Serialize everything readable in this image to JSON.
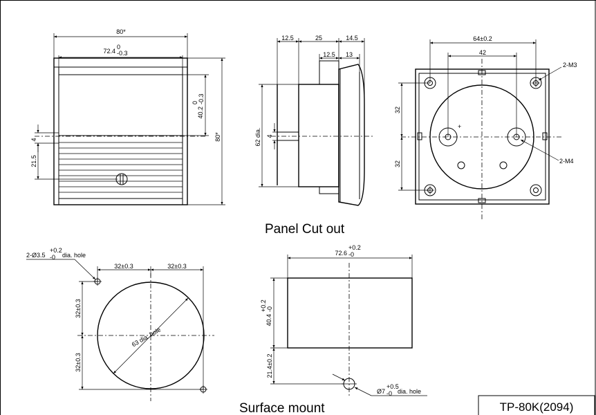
{
  "front_view": {
    "width_total": "80*",
    "width_face": "72.4",
    "width_face_tol_upper": "0",
    "width_face_tol_lower": "-0.3",
    "face_height": "40.2",
    "face_height_tol_upper": "0",
    "face_height_tol_lower": "-0.3",
    "height_total": "80*",
    "offset_4": "4",
    "offset_21_5": "21.5"
  },
  "side_view": {
    "dim_12_5_top": "12.5",
    "dim_25": "25",
    "dim_14_5": "14.5",
    "dim_12_5_inner": "12.5",
    "dim_13": "13",
    "dia_62": "62 dia.",
    "dim_4": "4"
  },
  "rear_view": {
    "dim_64": "64±0.2",
    "dim_42": "42",
    "label_m3": "2-M3",
    "label_m4": "2-M4",
    "dim_32_upper": "32",
    "dim_32_lower": "32",
    "plus_sign": "+"
  },
  "panel_cutout": {
    "caption": "Panel Cut out",
    "hole_label": "2-Ø3.5",
    "hole_tol_upper": "+0.2",
    "hole_tol_lower": "-0",
    "hole_suffix": "dia. hole",
    "dim_32_left": "32±0.3",
    "dim_32_right": "32±0.3",
    "dim_32_vert_top": "32±0.3",
    "dim_32_vert_bottom": "32±0.3",
    "dia_63": "63 dia. hole"
  },
  "surface_mount": {
    "caption": "Surface mount",
    "width": "72.6",
    "width_tol_upper": "+0.2",
    "width_tol_lower": "-0",
    "height": "40.4",
    "height_tol_upper": "+0.2",
    "height_tol_lower": "-0",
    "dim_21_4": "21.4±0.2",
    "hole": "Ø7",
    "hole_tol_upper": "+0.5",
    "hole_tol_lower": "-0",
    "hole_suffix": "dia. hole"
  },
  "model": "TP-80K(2094)"
}
